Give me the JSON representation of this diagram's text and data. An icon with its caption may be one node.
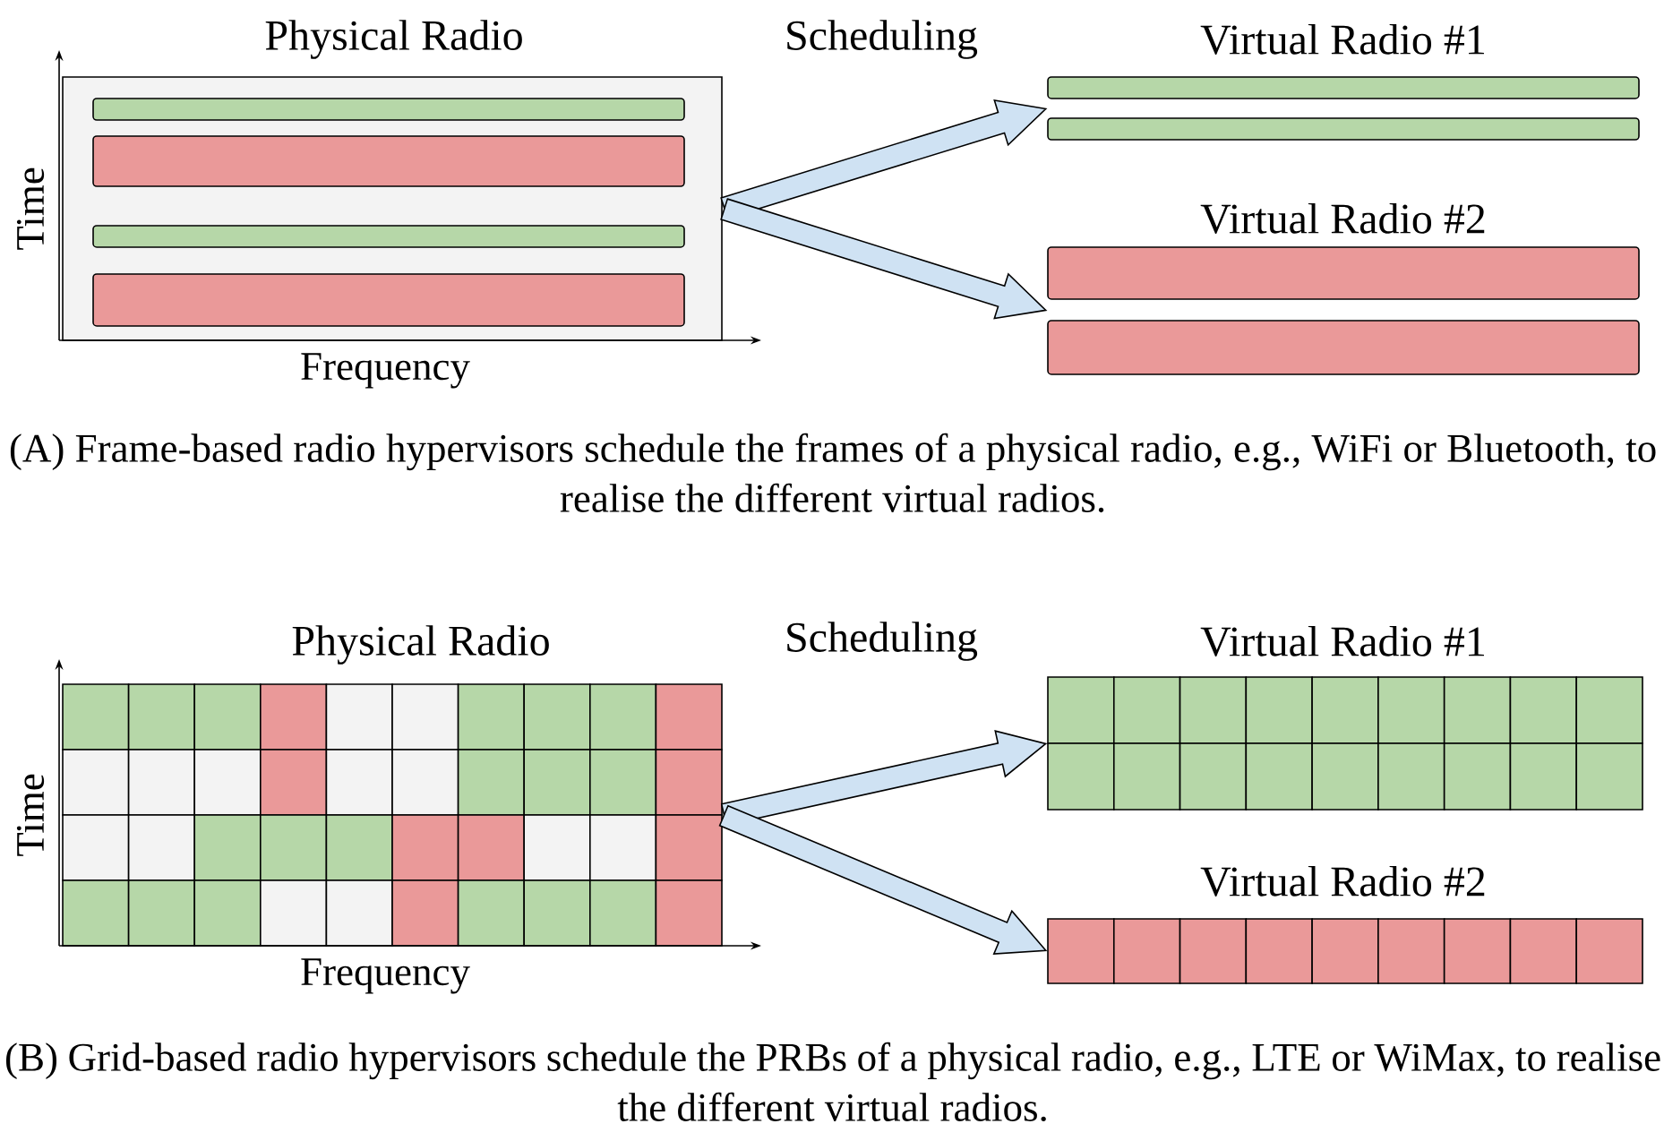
{
  "diagram": {
    "nodes": [
      {
        "text": [
          "Physical Radio"
        ],
        "beside": [
          "Time",
          "Frequency"
        ]
      },
      {
        "text": [
          "Virtual Radio #1"
        ]
      },
      {
        "text": [
          "Virtual Radio #2"
        ]
      },
      {
        "text": [
          "Physical Radio"
        ],
        "beside": [
          "Time",
          "Frequency"
        ]
      },
      {
        "text": [
          "Virtual Radio #1"
        ]
      },
      {
        "text": [
          "Virtual Radio #2"
        ]
      }
    ],
    "edges": [
      {
        "from": 0,
        "to": 1,
        "arrow": "to"
      },
      {
        "from": 0,
        "to": 2,
        "arrow": "to"
      },
      {
        "from": 3,
        "to": 4,
        "arrow": "to"
      },
      {
        "from": 3,
        "to": 5,
        "arrow": "to"
      }
    ],
    "labels": [
      "Scheduling",
      "(A) Frame-based radio hypervisors schedule the frames of a physical radio, e.g., WiFi or Bluetooth, to realise the different virtual radios.",
      "Scheduling",
      "(B) Grid-based radio hypervisors schedule the PRBs of a physical radio, e.g., LTE or WiMax, to realise the different virtual radios."
    ]
  }
}
